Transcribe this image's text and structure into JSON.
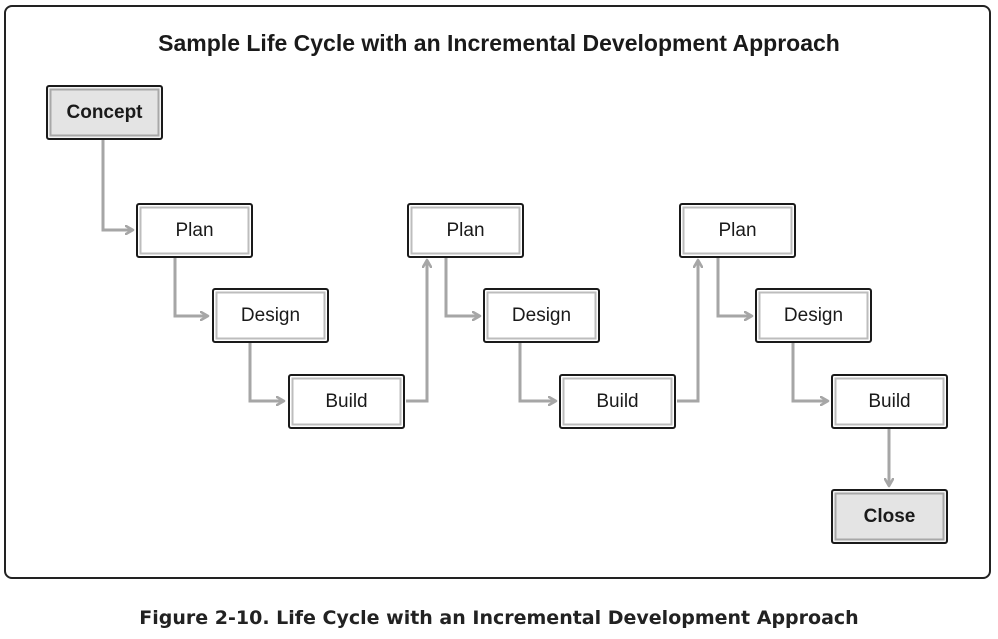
{
  "diagram": {
    "title": "Sample Life Cycle with an Incremental Development Approach",
    "caption": "Figure 2-10. Life Cycle with an Incremental Development Approach",
    "colors": {
      "border": "#1a1a1a",
      "connector": "#a6a6a6",
      "terminal_fill": "#e4e4e4"
    },
    "nodes": {
      "concept": "Concept",
      "inc1_plan": "Plan",
      "inc1_design": "Design",
      "inc1_build": "Build",
      "inc2_plan": "Plan",
      "inc2_design": "Design",
      "inc2_build": "Build",
      "inc3_plan": "Plan",
      "inc3_design": "Design",
      "inc3_build": "Build",
      "close": "Close"
    },
    "edges": [
      [
        "concept",
        "inc1_plan"
      ],
      [
        "inc1_plan",
        "inc1_design"
      ],
      [
        "inc1_design",
        "inc1_build"
      ],
      [
        "inc1_build",
        "inc2_plan"
      ],
      [
        "inc2_plan",
        "inc2_design"
      ],
      [
        "inc2_design",
        "inc2_build"
      ],
      [
        "inc2_build",
        "inc3_plan"
      ],
      [
        "inc3_plan",
        "inc3_design"
      ],
      [
        "inc3_design",
        "inc3_build"
      ],
      [
        "inc3_build",
        "close"
      ]
    ]
  }
}
